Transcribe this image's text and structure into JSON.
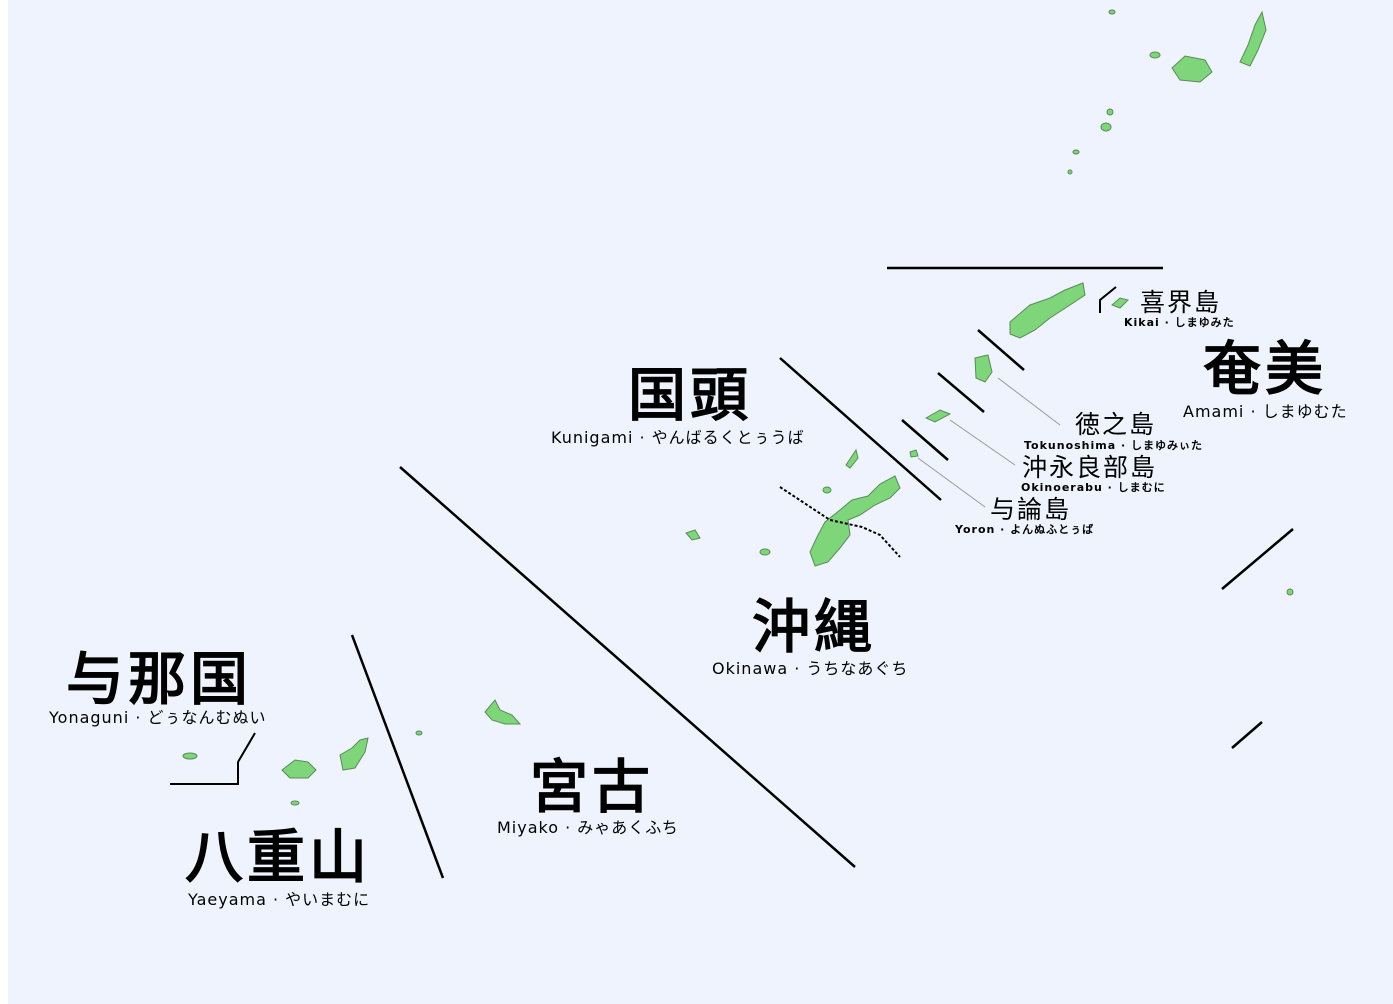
{
  "colors": {
    "sea": "#eef3fd",
    "land": "#7fd67a",
    "land_outline": "#5a8a5a",
    "boundary": "#000000",
    "leader": "#999999"
  },
  "regions": {
    "amami": {
      "name": "奄美",
      "sub": "Amami · しまゆむた"
    },
    "kunigami": {
      "name": "国頭",
      "sub": "Kunigami · やんばるくとぅうば"
    },
    "okinawa": {
      "name": "沖縄",
      "sub": "Okinawa · うちなあぐち"
    },
    "miyako": {
      "name": "宮古",
      "sub": "Miyako · みゃあくふち"
    },
    "yaeyama": {
      "name": "八重山",
      "sub": "Yaeyama · やいまむに"
    },
    "yonaguni": {
      "name": "与那国",
      "sub": "Yonaguni · どぅなんむぬい"
    }
  },
  "islands": {
    "kikai": {
      "name": "喜界島",
      "sub": "Kikai · しまゆみた"
    },
    "tokunoshima": {
      "name": "徳之島",
      "sub": "Tokunoshima · しまゆみぃた"
    },
    "okinoerabu": {
      "name": "沖永良部島",
      "sub": "Okinoerabu · しまむに"
    },
    "yoron": {
      "name": "与論島",
      "sub": "Yoron · よんぬふとぅば"
    }
  }
}
